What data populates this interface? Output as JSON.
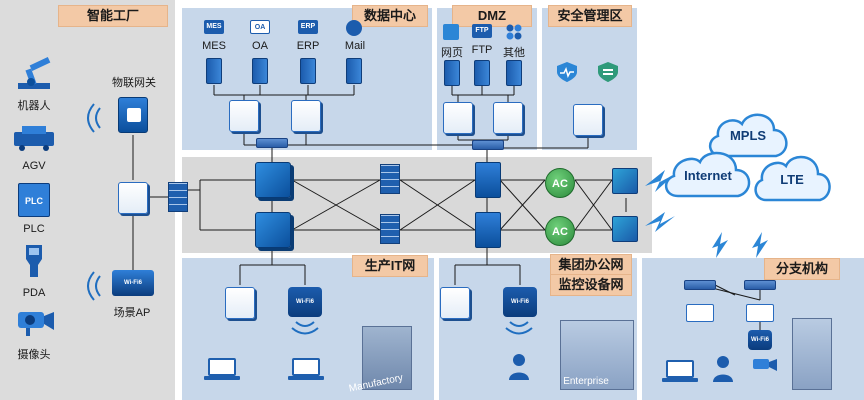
{
  "zones": {
    "smart_factory": "智能工厂",
    "data_center": "数据中心",
    "dmz": "DMZ",
    "security_zone": "安全管理区",
    "production_it": "生产IT网",
    "group_office": "集团办公网",
    "monitoring": "监控设备网",
    "branch": "分支机构"
  },
  "factory_devices": {
    "robot": "机器人",
    "agv": "AGV",
    "plc": "PLC",
    "pda": "PDA",
    "camera": "摄像头",
    "plc_icon_text": "PLC"
  },
  "iot": {
    "gateway": "物联网关",
    "scene_ap": "场景AP"
  },
  "data_center_apps": {
    "mes": "MES",
    "oa": "OA",
    "erp": "ERP",
    "mail": "Mail",
    "mes_icon": "MES",
    "oa_icon": "OA",
    "erp_icon": "ERP"
  },
  "dmz_services": {
    "web": "网页",
    "ftp": "FTP",
    "other": "其他",
    "ftp_icon": "FTP"
  },
  "wan": {
    "mpls": "MPLS",
    "internet": "Internet",
    "lte": "LTE"
  },
  "labels": {
    "ac": "AC",
    "wifi6_a": "Wi-Fi6",
    "wifi6_b": "Wi-Fi6",
    "wifi6_ap_text": "Wi-Fi6",
    "manufactory": "Manufactory",
    "enterprise": "Enterprise"
  },
  "colors": {
    "zone_grey": "#dcdcdc",
    "zone_blue": "#c7d7ea",
    "title_tag": "#f3c9a6",
    "link": "#1a1a1a",
    "device_blue": "#1c5cad",
    "cloud_fill": "#e8f3ff",
    "cloud_stroke": "#2b86d6"
  }
}
